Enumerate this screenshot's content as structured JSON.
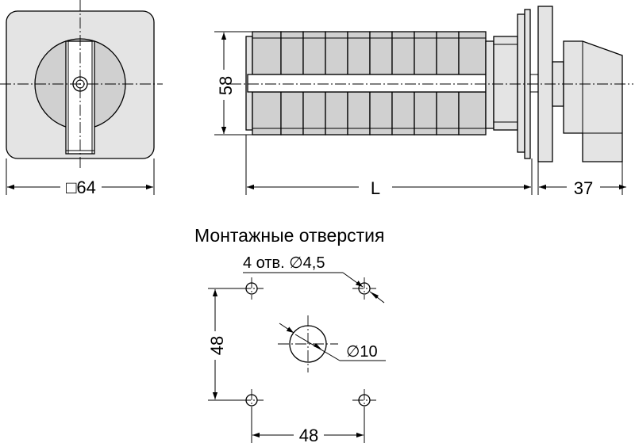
{
  "front_view": {
    "width_label": "□64"
  },
  "side_view": {
    "height_label": "58",
    "length_label": "L",
    "handle_depth_label": "37"
  },
  "mounting": {
    "title": "Монтажные отверстия",
    "holes_label": "4 отв. ∅4,5",
    "center_hole_label": "∅10",
    "vertical_spacing_label": "48",
    "horizontal_spacing_label": "48"
  },
  "colors": {
    "body_fill": "#d0d0d0",
    "line": "#000000",
    "background": "#ffffff"
  }
}
